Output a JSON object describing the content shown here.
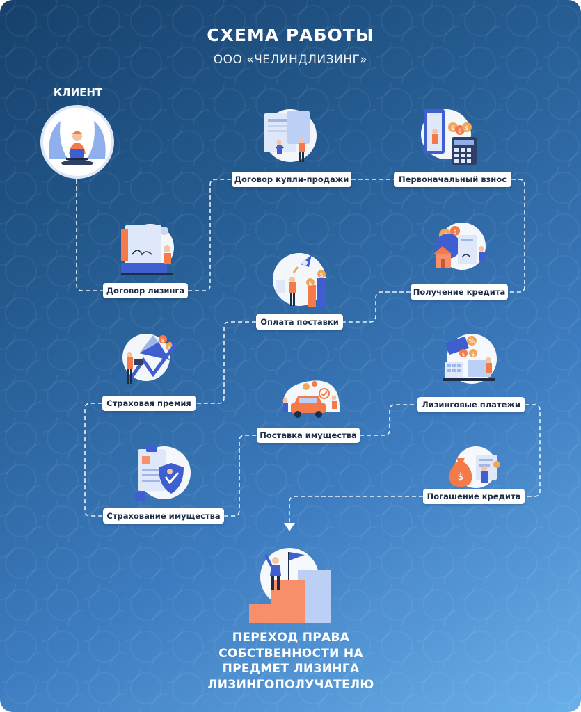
{
  "header": {
    "title": "СХЕМА РАБОТЫ",
    "subtitle": "ООО «ЧЕЛИНДЛИЗИНГ»"
  },
  "client": {
    "label": "КЛИЕНТ"
  },
  "steps": [
    {
      "label": "Договор лизинга",
      "icon": "signing-contract-icon"
    },
    {
      "label": "Договор купли-продажи",
      "icon": "sales-contract-icon"
    },
    {
      "label": "Первоначальный взнос",
      "icon": "calculator-payment-icon"
    },
    {
      "label": "Получение кредита",
      "icon": "credit-house-icon"
    },
    {
      "label": "Оплата поставки",
      "icon": "rocket-coins-icon"
    },
    {
      "label": "Страховая премия",
      "icon": "growth-chart-icon"
    },
    {
      "label": "Страхование имущества",
      "icon": "insurance-shield-icon"
    },
    {
      "label": "Поставка имущества",
      "icon": "car-delivery-icon"
    },
    {
      "label": "Лизинговые платежи",
      "icon": "calendar-payments-icon"
    },
    {
      "label": "Погашение кредита",
      "icon": "money-bag-icon"
    }
  ],
  "final": {
    "label": "ПЕРЕХОД ПРАВА СОБСТВЕННОСТИ НА ПРЕДМЕТ ЛИЗИНГА ЛИЗИНГОПОЛУЧАТЕЛЮ",
    "icon": "victory-podium-icon"
  },
  "colors": {
    "background_top": "#16406b",
    "background_bottom": "#6ab0ea",
    "accent_blue": "#3f5fd1",
    "accent_orange": "#f47a4a",
    "accent_gold": "#f2a65a",
    "pill_text": "#1d2d45"
  }
}
